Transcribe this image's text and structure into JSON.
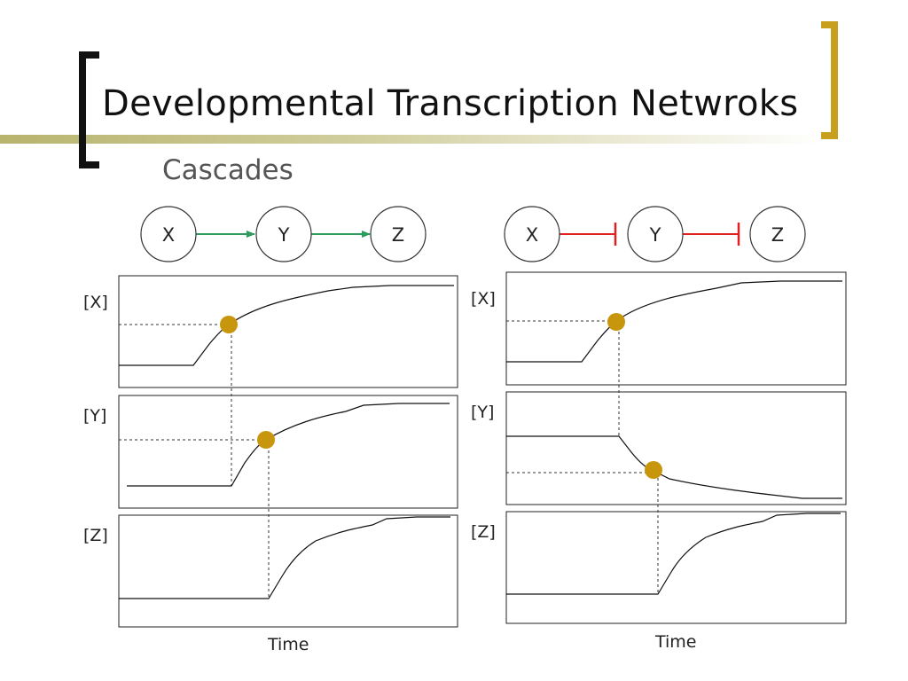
{
  "slide": {
    "title": "Developmental Transcription Netwroks",
    "subtitle": "Cascades"
  },
  "colors": {
    "bracket_left": "#111111",
    "bracket_right": "#C8A01E",
    "title_bar": "#B8B46E",
    "activation_arrow": "#2E9A5C",
    "repression_arrow": "#E02020",
    "threshold_marker": "#C8960C"
  },
  "left_panel": {
    "network": {
      "nodes": [
        "X",
        "Y",
        "Z"
      ],
      "edge_type": "activation"
    },
    "plots": [
      {
        "label": "[X]"
      },
      {
        "label": "[Y]"
      },
      {
        "label": "[Z]"
      }
    ],
    "xlabel": "Time"
  },
  "right_panel": {
    "network": {
      "nodes": [
        "X",
        "Y",
        "Z"
      ],
      "edge_type": "repression"
    },
    "plots": [
      {
        "label": "[X]"
      },
      {
        "label": "[Y]"
      },
      {
        "label": "[Z]"
      }
    ],
    "xlabel": "Time"
  }
}
